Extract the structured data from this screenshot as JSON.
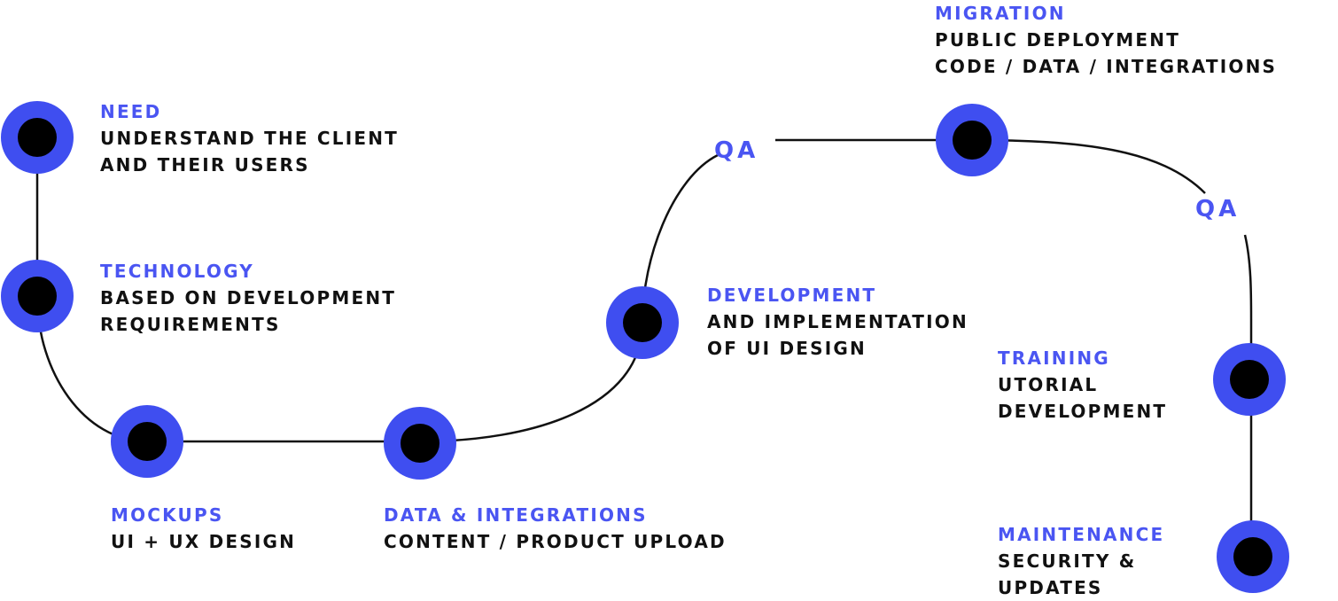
{
  "colors": {
    "accent": "#4a55f2",
    "node_fill": "#3f4ef0",
    "node_core": "#000000",
    "path": "#111111",
    "text": "#111111",
    "background": "#ffffff"
  },
  "steps": [
    {
      "title": "NEED",
      "lines": [
        "UNDERSTAND THE CLIENT",
        "AND THEIR USERS"
      ]
    },
    {
      "title": "TECHNOLOGY",
      "lines": [
        "BASED ON DEVELOPMENT",
        "REQUIREMENTS"
      ]
    },
    {
      "title": "MOCKUPS",
      "lines": [
        "UI + UX DESIGN"
      ]
    },
    {
      "title": "DATA & INTEGRATIONS",
      "lines": [
        "CONTENT / PRODUCT UPLOAD"
      ]
    },
    {
      "title": "DEVELOPMENT",
      "lines": [
        "AND IMPLEMENTATION",
        "OF UI DESIGN"
      ]
    },
    {
      "title": "MIGRATION",
      "lines": [
        "PUBLIC DEPLOYMENT",
        "CODE / DATA / INTEGRATIONS"
      ]
    },
    {
      "title": "TRAINING",
      "lines": [
        "UTORIAL",
        "DEVELOPMENT"
      ]
    },
    {
      "title": "MAINTENANCE",
      "lines": [
        "SECURITY &",
        "UPDATES"
      ]
    }
  ],
  "qa_labels": [
    "QA",
    "QA"
  ]
}
